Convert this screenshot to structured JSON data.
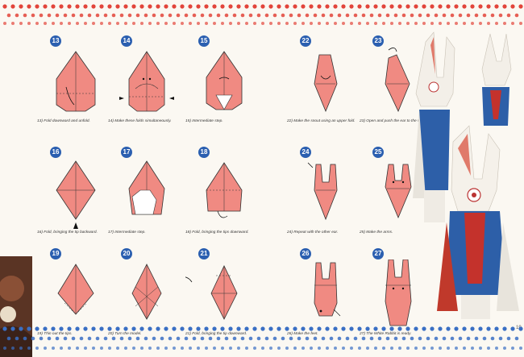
{
  "steps": [
    {
      "num": "13",
      "caption": "13) Fold downward and unfold."
    },
    {
      "num": "14",
      "caption": "14) Make these folds simultaneously."
    },
    {
      "num": "15",
      "caption": "15) Intermediate step."
    },
    {
      "num": "22",
      "caption": "22) Make the snout using an upper fold."
    },
    {
      "num": "23",
      "caption": "23) Open and push the ear to the side."
    },
    {
      "num": "16",
      "caption": "16) Fold, bringing the tip backward."
    },
    {
      "num": "17",
      "caption": "17) Intermediate step."
    },
    {
      "num": "18",
      "caption": "18) Fold, bringing the tips downward."
    },
    {
      "num": "24",
      "caption": "24) Repeat with the other ear."
    },
    {
      "num": "25",
      "caption": "25) Make the arms."
    },
    {
      "num": "19",
      "caption": "19) Thin out the tips."
    },
    {
      "num": "20",
      "caption": "20) Turn the model."
    },
    {
      "num": "21",
      "caption": "21) Fold, bringing the tip downward."
    },
    {
      "num": "26",
      "caption": "26) Make the feet."
    },
    {
      "num": "27",
      "caption": "27) The White Rabbit is ready."
    }
  ],
  "page_number": "19",
  "colors": {
    "paper": "#f08a82",
    "badge": "#2b5fb0",
    "dots_top": "#e2443a",
    "dots_bottom": "#3a6fc4"
  }
}
